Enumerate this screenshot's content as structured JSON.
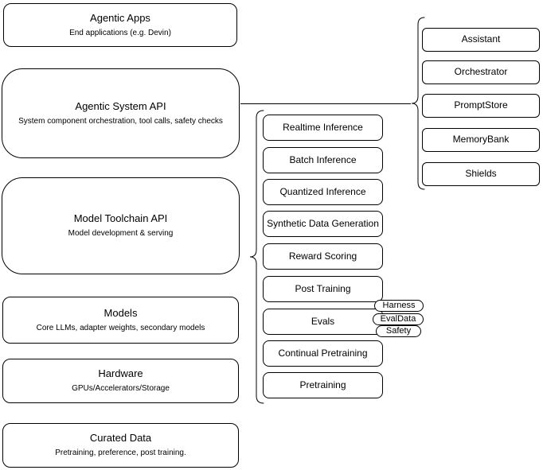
{
  "diagram": {
    "colors": {
      "stroke": "#000000",
      "fill": "#ffffff"
    },
    "stack": [
      {
        "title": "Agentic Apps",
        "subtitle": "End applications (e.g. Devin)"
      },
      {
        "title": "Agentic System API",
        "subtitle": "System component orchestration, tool calls, safety checks"
      },
      {
        "title": "Model Toolchain API",
        "subtitle": "Model development & serving"
      },
      {
        "title": "Models",
        "subtitle": "Core LLMs, adapter weights, secondary models"
      },
      {
        "title": "Hardware",
        "subtitle": "GPUs/Accelerators/Storage"
      },
      {
        "title": "Curated Data",
        "subtitle": "Pretraining, preference, post training."
      }
    ],
    "toolchain_group": {
      "items": [
        "Realtime Inference",
        "Batch Inference",
        "Quantized Inference",
        "Synthetic Data Generation",
        "Reward Scoring",
        "Post Training",
        "Evals",
        "Continual Pretraining",
        "Pretraining"
      ],
      "evals_tags": [
        "Harness",
        "EvalData",
        "Safety"
      ]
    },
    "system_group": {
      "items": [
        "Assistant",
        "Orchestrator",
        "PromptStore",
        "MemoryBank",
        "Shields"
      ]
    }
  }
}
